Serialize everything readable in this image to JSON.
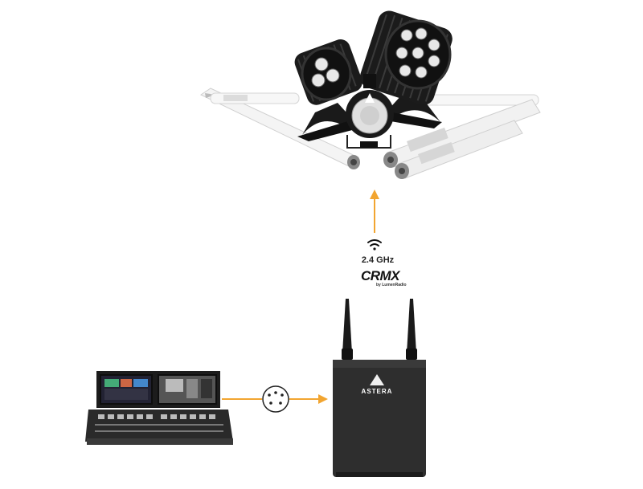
{
  "link": {
    "frequency_label": "2.4 GHz",
    "protocol_logo": "CRMX",
    "protocol_logo_sub": "by LumenRadio"
  },
  "transmitter": {
    "brand_label": "ASTERA"
  },
  "connector": {
    "icon": "dmx-5pin-connector-icon"
  },
  "colors": {
    "arrow": "#f2a530",
    "housing": "#2e2e2e",
    "tube": "#eeeeee"
  }
}
